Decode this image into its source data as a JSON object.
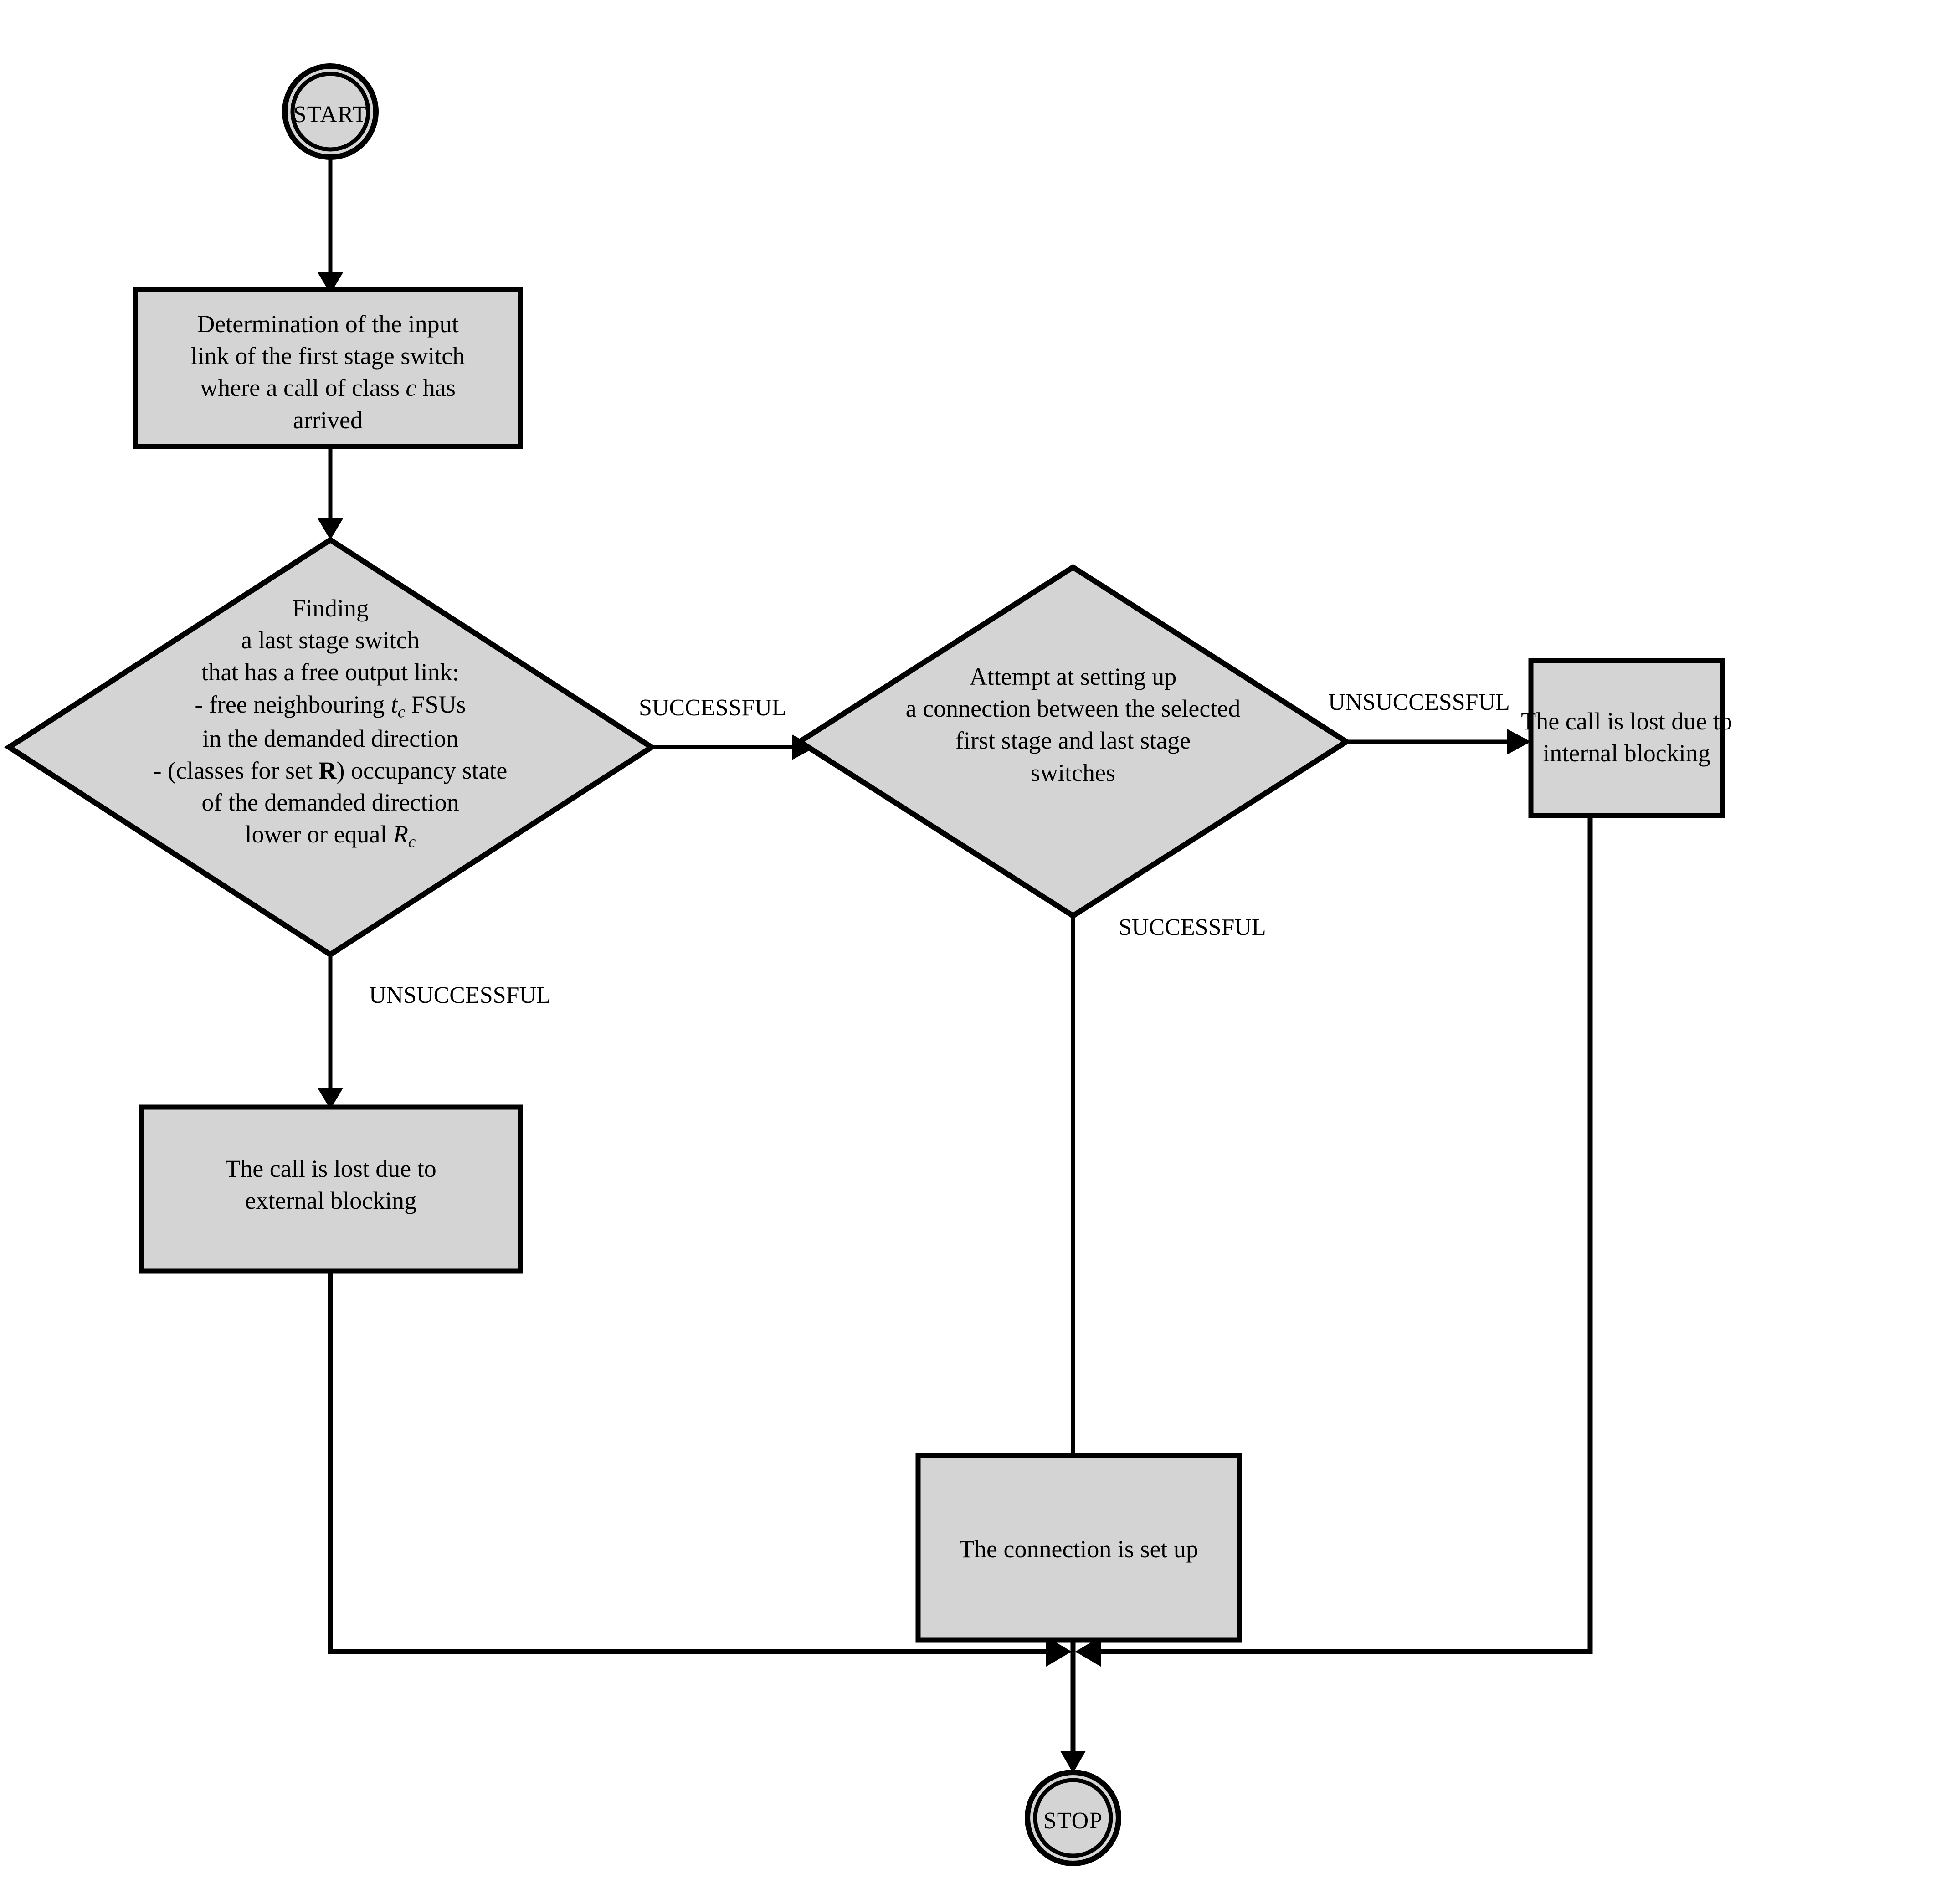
{
  "diagram": {
    "title": "Call setup flowchart for a multi-stage switching network",
    "colors": {
      "shape_fill": "#D4D4D4",
      "shape_stroke": "#000000",
      "connector": "#000000",
      "background": "#FFFFFF",
      "text": "#000000"
    }
  },
  "nodes": {
    "start": {
      "label": "START",
      "shape": "double-circle"
    },
    "determination": {
      "shape": "process",
      "lines": [
        "Determination of the input",
        "link of the first stage switch",
        "where a call of class c has",
        "arrived"
      ],
      "italic_tokens": [
        "c"
      ]
    },
    "finding": {
      "shape": "decision",
      "lines": [
        "Finding",
        "a last stage switch",
        "that has a free output link:",
        "- free neighbouring tc FSUs",
        "in the demanded  direction",
        "- (classes for set R) occupancy state",
        "of the demanded direction",
        "lower or equal Rc"
      ],
      "italic_tokens": [
        "t",
        "c",
        "R",
        "c"
      ],
      "bold_tokens": [
        "R"
      ]
    },
    "attempt": {
      "shape": "decision",
      "lines": [
        "Attempt at setting up",
        "a connection between the selected",
        "first stage and last stage",
        "switches"
      ]
    },
    "internal_blocking": {
      "shape": "process",
      "lines": [
        "The call is lost due to",
        "internal blocking"
      ]
    },
    "external_blocking": {
      "shape": "process",
      "lines": [
        "The call is lost due to",
        "external blocking"
      ]
    },
    "connection_set_up": {
      "shape": "process",
      "lines": [
        "The connection is set up"
      ]
    },
    "stop": {
      "label": "STOP",
      "shape": "double-circle"
    }
  },
  "edges": [
    {
      "id": "start-to-determination",
      "from": "start",
      "to": "determination",
      "label": ""
    },
    {
      "id": "determination-to-finding",
      "from": "determination",
      "to": "finding",
      "label": ""
    },
    {
      "id": "finding-to-attempt",
      "from": "finding",
      "to": "attempt",
      "label": "SUCCESSFUL"
    },
    {
      "id": "finding-to-external",
      "from": "finding",
      "to": "external_blocking",
      "label": "UNSUCCESSFUL"
    },
    {
      "id": "attempt-to-internal",
      "from": "attempt",
      "to": "internal_blocking",
      "label": "UNSUCCESSFUL"
    },
    {
      "id": "attempt-to-connection",
      "from": "attempt",
      "to": "connection_set_up",
      "label": "SUCCESSFUL"
    },
    {
      "id": "connection-to-stop",
      "from": "connection_set_up",
      "to": "stop",
      "label": ""
    },
    {
      "id": "external-to-stop",
      "from": "external_blocking",
      "to": "stop",
      "label": ""
    },
    {
      "id": "internal-to-stop",
      "from": "internal_blocking",
      "to": "stop",
      "label": ""
    }
  ]
}
